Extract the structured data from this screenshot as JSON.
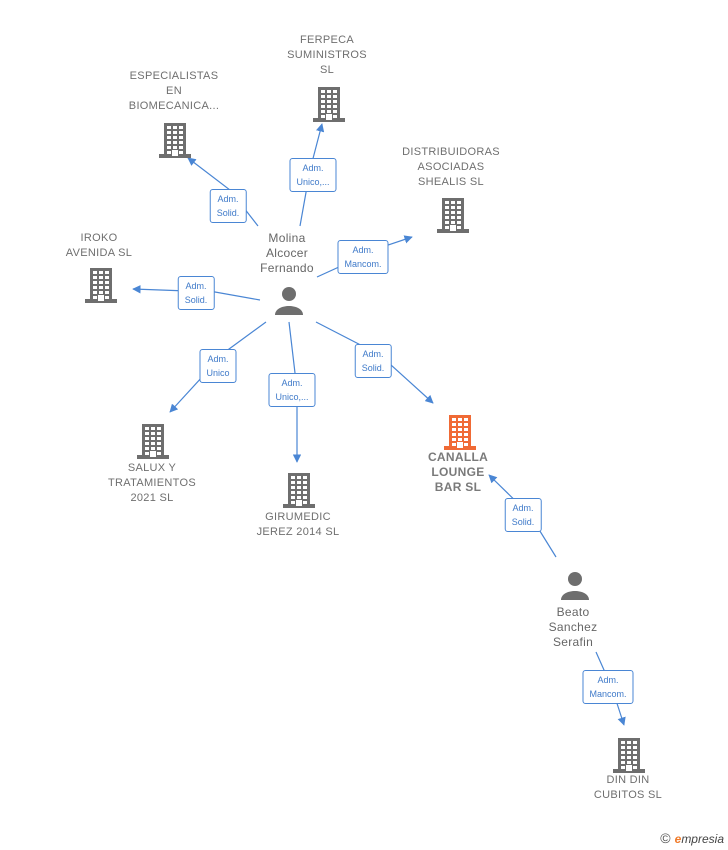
{
  "colors": {
    "edge": "#4a86d4",
    "company": "#6e6e6e",
    "focus": "#f06a35",
    "person": "#6e6e6e"
  },
  "people": [
    {
      "id": "p1",
      "lines": [
        "Molina",
        "Alcocer",
        "Fernando"
      ]
    },
    {
      "id": "p2",
      "lines": [
        "Beato",
        "Sanchez",
        "Serafin"
      ]
    }
  ],
  "companies": [
    {
      "id": "c1",
      "lines": [
        "ESPECIALISTAS",
        "EN",
        "BIOMECANICA..."
      ]
    },
    {
      "id": "c2",
      "lines": [
        "FERPECA",
        "SUMINISTROS",
        "SL"
      ]
    },
    {
      "id": "c3",
      "lines": [
        "DISTRIBUIDORAS",
        "ASOCIADAS",
        "SHEALIS  SL"
      ]
    },
    {
      "id": "c4",
      "lines": [
        "IROKO",
        "AVENIDA SL"
      ]
    },
    {
      "id": "c5",
      "lines": [
        "SALUX Y",
        "TRATAMIENTOS",
        "2021  SL"
      ]
    },
    {
      "id": "c6",
      "lines": [
        "GIRUMEDIC",
        "JEREZ 2014  SL"
      ]
    },
    {
      "id": "c7",
      "lines": [
        "CANALLA",
        "LOUNGE",
        "BAR  SL"
      ],
      "focus": true
    },
    {
      "id": "c8",
      "lines": [
        "DIN DIN",
        "CUBITOS  SL"
      ]
    }
  ],
  "edges": [
    {
      "id": "e1",
      "lines": [
        "Adm.",
        "Solid."
      ]
    },
    {
      "id": "e2",
      "lines": [
        "Adm.",
        "Unico,..."
      ]
    },
    {
      "id": "e3",
      "lines": [
        "Adm.",
        "Mancom."
      ]
    },
    {
      "id": "e4",
      "lines": [
        "Adm.",
        "Solid."
      ]
    },
    {
      "id": "e5",
      "lines": [
        "Adm.",
        "Unico"
      ]
    },
    {
      "id": "e6",
      "lines": [
        "Adm.",
        "Unico,..."
      ]
    },
    {
      "id": "e7",
      "lines": [
        "Adm.",
        "Solid."
      ]
    },
    {
      "id": "e8",
      "lines": [
        "Adm.",
        "Solid."
      ]
    },
    {
      "id": "e9",
      "lines": [
        "Adm.",
        "Mancom."
      ]
    }
  ],
  "footer": {
    "symbol": "©",
    "brand_initial": "e",
    "brand_rest": "mpresia"
  }
}
